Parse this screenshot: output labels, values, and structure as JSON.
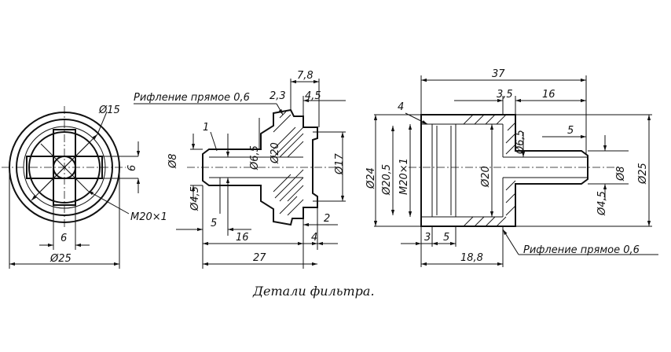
{
  "caption": "Детали фильтра.",
  "view_left": {
    "dims": {
      "d15": "Ø15",
      "d6_right": "6",
      "thread": "M20×1",
      "d6_bottom": "6",
      "d25": "Ø25"
    }
  },
  "view_middle": {
    "note": "Рифление прямое 0,6",
    "leader": "1",
    "dims": {
      "d7_8": "7,8",
      "d2_3": "2,3",
      "d4_5_top": "4,5",
      "d6_5": "Ø6,5",
      "d20": "Ø20",
      "d8": "Ø8",
      "d4_5": "Ø4,5",
      "d17": "Ø17",
      "d5": "5",
      "d2": "2",
      "d16": "16",
      "d4": "4",
      "d27": "27"
    }
  },
  "view_right": {
    "leader": "4",
    "note": "Рифление прямое 0,6",
    "dims": {
      "d37": "37",
      "d3_5": "3,5",
      "d16": "16",
      "d24": "Ø24",
      "d20_5": "Ø20,5",
      "thread": "M20×1",
      "d20": "Ø20",
      "d6_5": "Ø6,5",
      "d5_top": "5",
      "d8": "Ø8",
      "d25": "Ø25",
      "d4_5": "Ø4,5",
      "d3": "3",
      "d5_bottom": "5",
      "d18_8": "18,8"
    }
  }
}
